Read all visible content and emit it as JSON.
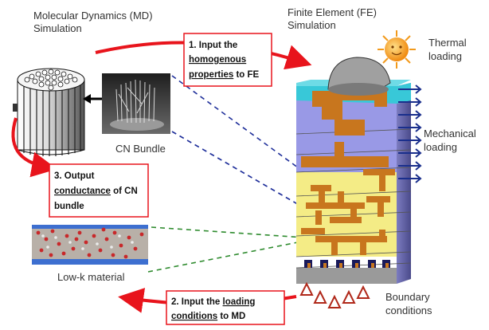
{
  "titles": {
    "md_line1": "Molecular Dynamics (MD)",
    "md_line2": "Simulation",
    "fe_line1": "Finite Element  (FE)",
    "fe_line2": "Simulation"
  },
  "labels": {
    "cn_bundle": "CN Bundle",
    "low_k": "Low-k material",
    "thermal_line1": "Thermal",
    "thermal_line2": "loading",
    "mechanical_line1": "Mechanical",
    "mechanical_line2": "loading",
    "boundary_line1": "Boundary",
    "boundary_line2": "conditions"
  },
  "boxes": {
    "box1": {
      "line1": "1. Input the",
      "line2": "homogenous",
      "line3a": "properties",
      "line3b": " to FE"
    },
    "box2": {
      "line1a": "2. Input the ",
      "line1b": "loading",
      "line2a": "conditions",
      "line2b": " to MD"
    },
    "box3": {
      "line1": "3. Output",
      "line2a": "conductance",
      "line2b": " of CN",
      "line3": "bundle"
    }
  },
  "colors": {
    "arrow_red": "#e8141c",
    "box_border": "#e8141c",
    "load_arrow": "#1a2f8c",
    "dash_blue": "#1f2f9a",
    "dash_green": "#2e8b2e",
    "copper": "#c8761e",
    "yellow_layer": "#f4ec86",
    "purple_layer": "#9999e6",
    "cyan_top": "#38c8d8",
    "boundary": "#b0281a",
    "sun": "#f29a1c"
  }
}
